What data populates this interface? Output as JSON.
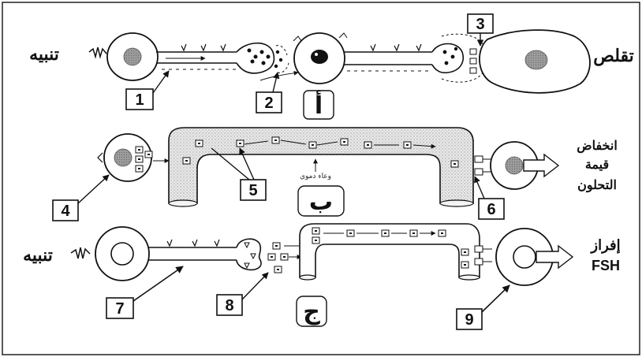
{
  "labels": {
    "stim_a": "تنبيه",
    "contraction": "تقلص",
    "decrease_line1": "انخفاض",
    "decrease_line2": "قيمة",
    "decrease_line3": "التحلون",
    "blood_vessel": "وعاء دموي",
    "stim_c": "تنبيه",
    "secretion_line1": "إفراز",
    "secretion_line2": "FSH"
  },
  "panel_letters": {
    "a": "أ",
    "b": "ب",
    "c": "ج"
  },
  "numbers": [
    "1",
    "2",
    "3",
    "4",
    "5",
    "6",
    "7",
    "8",
    "9"
  ]
}
